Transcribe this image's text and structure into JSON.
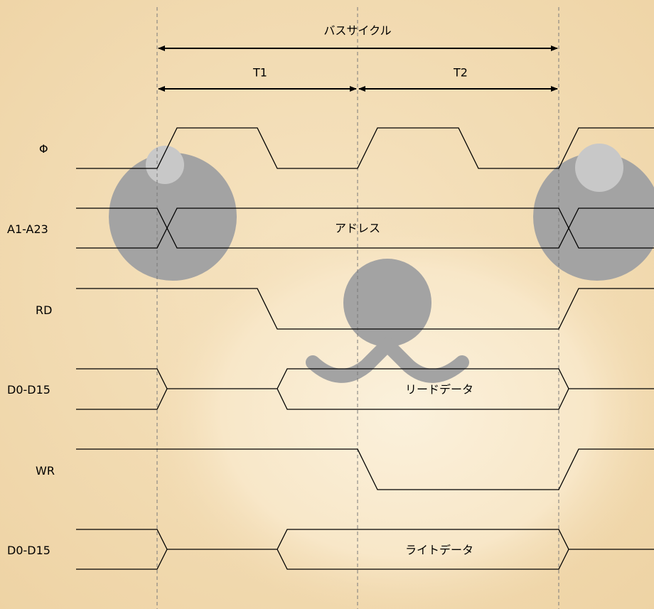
{
  "colors": {
    "background": "#f3dcb4",
    "face_glow": "#fbefd6",
    "bear_gray": "#a3a3a3",
    "eye_highlight": "#c8c8c8",
    "line": "#000000",
    "guide": "#7a7a7a"
  },
  "arrows": {
    "bus_cycle": "バスサイクル",
    "t1": "T1",
    "t2": "T2"
  },
  "signals": {
    "phi": "Φ",
    "address": "A1-A23",
    "rd": "RD",
    "data_read": "D0-D15",
    "wr": "WR",
    "data_write": "D0-D15"
  },
  "bus_values": {
    "address": "アドレス",
    "read_data": "リードデータ",
    "write_data": "ライトデータ"
  }
}
